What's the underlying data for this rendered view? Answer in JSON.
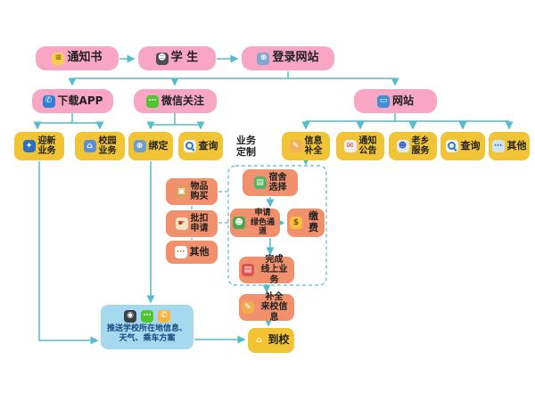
{
  "palette": {
    "pink": "#f8a6c3",
    "gold": "#f0c434",
    "orange": "#f0906c",
    "blue_panel": "#a6d9ee",
    "wire": "#53bccd"
  },
  "nodes": {
    "notice": {
      "label": "通知书",
      "icon": "≡"
    },
    "student": {
      "label": "学 生",
      "icon": "☻"
    },
    "login": {
      "label": "登录网站",
      "icon": "⊕"
    },
    "app": {
      "label": "下载APP",
      "icon": "✆"
    },
    "wechat": {
      "label": "微信关注",
      "icon": "⋯"
    },
    "website": {
      "label": "网站",
      "icon": "▭"
    },
    "welcome": {
      "label": "迎新\n业务",
      "icon": "✦"
    },
    "campus": {
      "label": "校园\n业务",
      "icon": "⌂"
    },
    "bind": {
      "label": "绑定",
      "icon": "⊕"
    },
    "query1": {
      "label": "查询"
    },
    "customize": {
      "label": "业务\n定制"
    },
    "info": {
      "label": "信息\n补全",
      "icon": "✎"
    },
    "announce": {
      "label": "通知\n公告",
      "icon": "✉"
    },
    "fellow": {
      "label": "老乡\n服务",
      "icon": "☻"
    },
    "query2": {
      "label": "查询"
    },
    "other1": {
      "label": "其他",
      "icon": "⋯"
    },
    "dorm": {
      "label": "宿舍\n选择",
      "icon": "▤"
    },
    "goods": {
      "label": "物品\n购买",
      "icon": "▣"
    },
    "deduct": {
      "label": "批扣\n申请",
      "icon": "☛"
    },
    "other2": {
      "label": "其他",
      "icon": "⋯"
    },
    "green": {
      "label": "申请\n绿色通道",
      "icon": "☻"
    },
    "pay": {
      "label": "缴费",
      "icon": "$"
    },
    "finish": {
      "label": "完成\n线上业务",
      "icon": "▤"
    },
    "fill": {
      "label": "补全\n来校信息",
      "icon": "✎"
    },
    "arrive": {
      "label": "到校",
      "icon": "⌂"
    },
    "push": {
      "label": "推送学校所在地信息、天气、乘车方案",
      "icons": [
        "◉",
        "⋯",
        "✆"
      ]
    }
  }
}
